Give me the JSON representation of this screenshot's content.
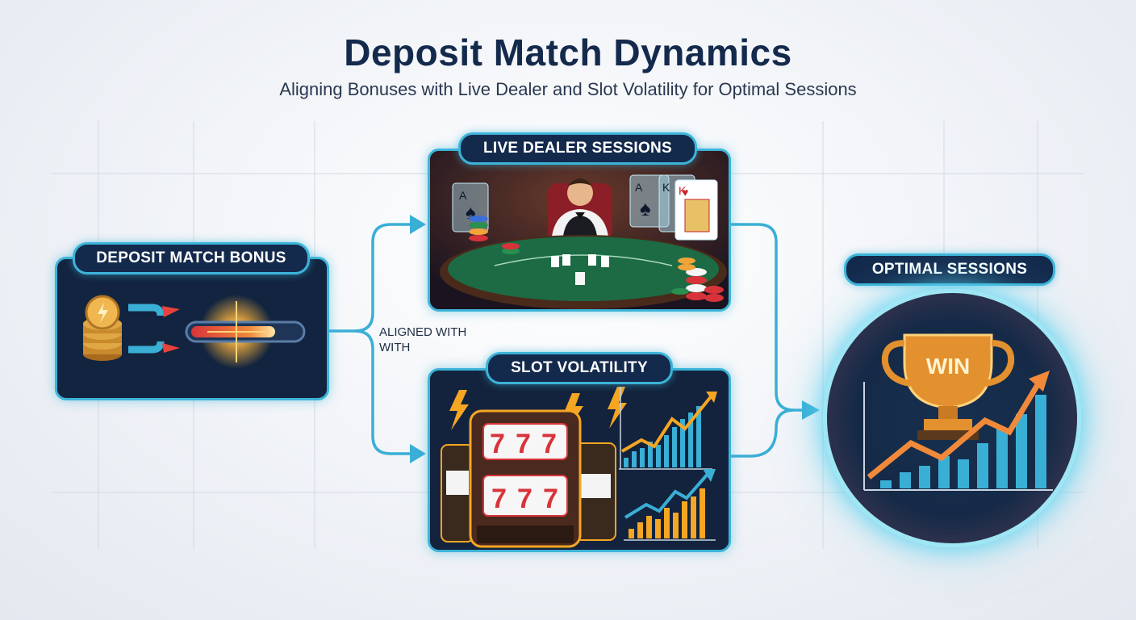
{
  "header": {
    "title": "Deposit Match Dynamics",
    "subtitle": "Aligning Bonuses with Live Dealer and Slot Volatility for Optimal Sessions"
  },
  "nodes": {
    "deposit": {
      "label": "DEPOSIT MATCH BONUS"
    },
    "live_dealer": {
      "label": "LIVE DEALER SESSIONS"
    },
    "slot": {
      "label": "SLOT VOLATILITY"
    },
    "optimal": {
      "label": "OPTIMAL SESSIONS",
      "badge": "WIN"
    }
  },
  "connector": {
    "line1": "ALIGNED WITH",
    "line2": "WITH"
  },
  "slot_reels": [
    "7",
    "7",
    "7"
  ],
  "colors": {
    "accent": "#3cb4d8",
    "panel": "#12243f",
    "title": "#142a4d",
    "gold": "#f0a43a",
    "chip_red": "#d8333a",
    "felt": "#1c6b45"
  },
  "icons": [
    "coin-stack-icon",
    "magnet-icon",
    "progress-bar-icon",
    "dealer-icon",
    "playing-cards-icon",
    "poker-chips-icon",
    "slot-machine-icon",
    "lightning-icon",
    "bar-chart-icon",
    "trophy-icon",
    "trend-arrow-icon"
  ]
}
